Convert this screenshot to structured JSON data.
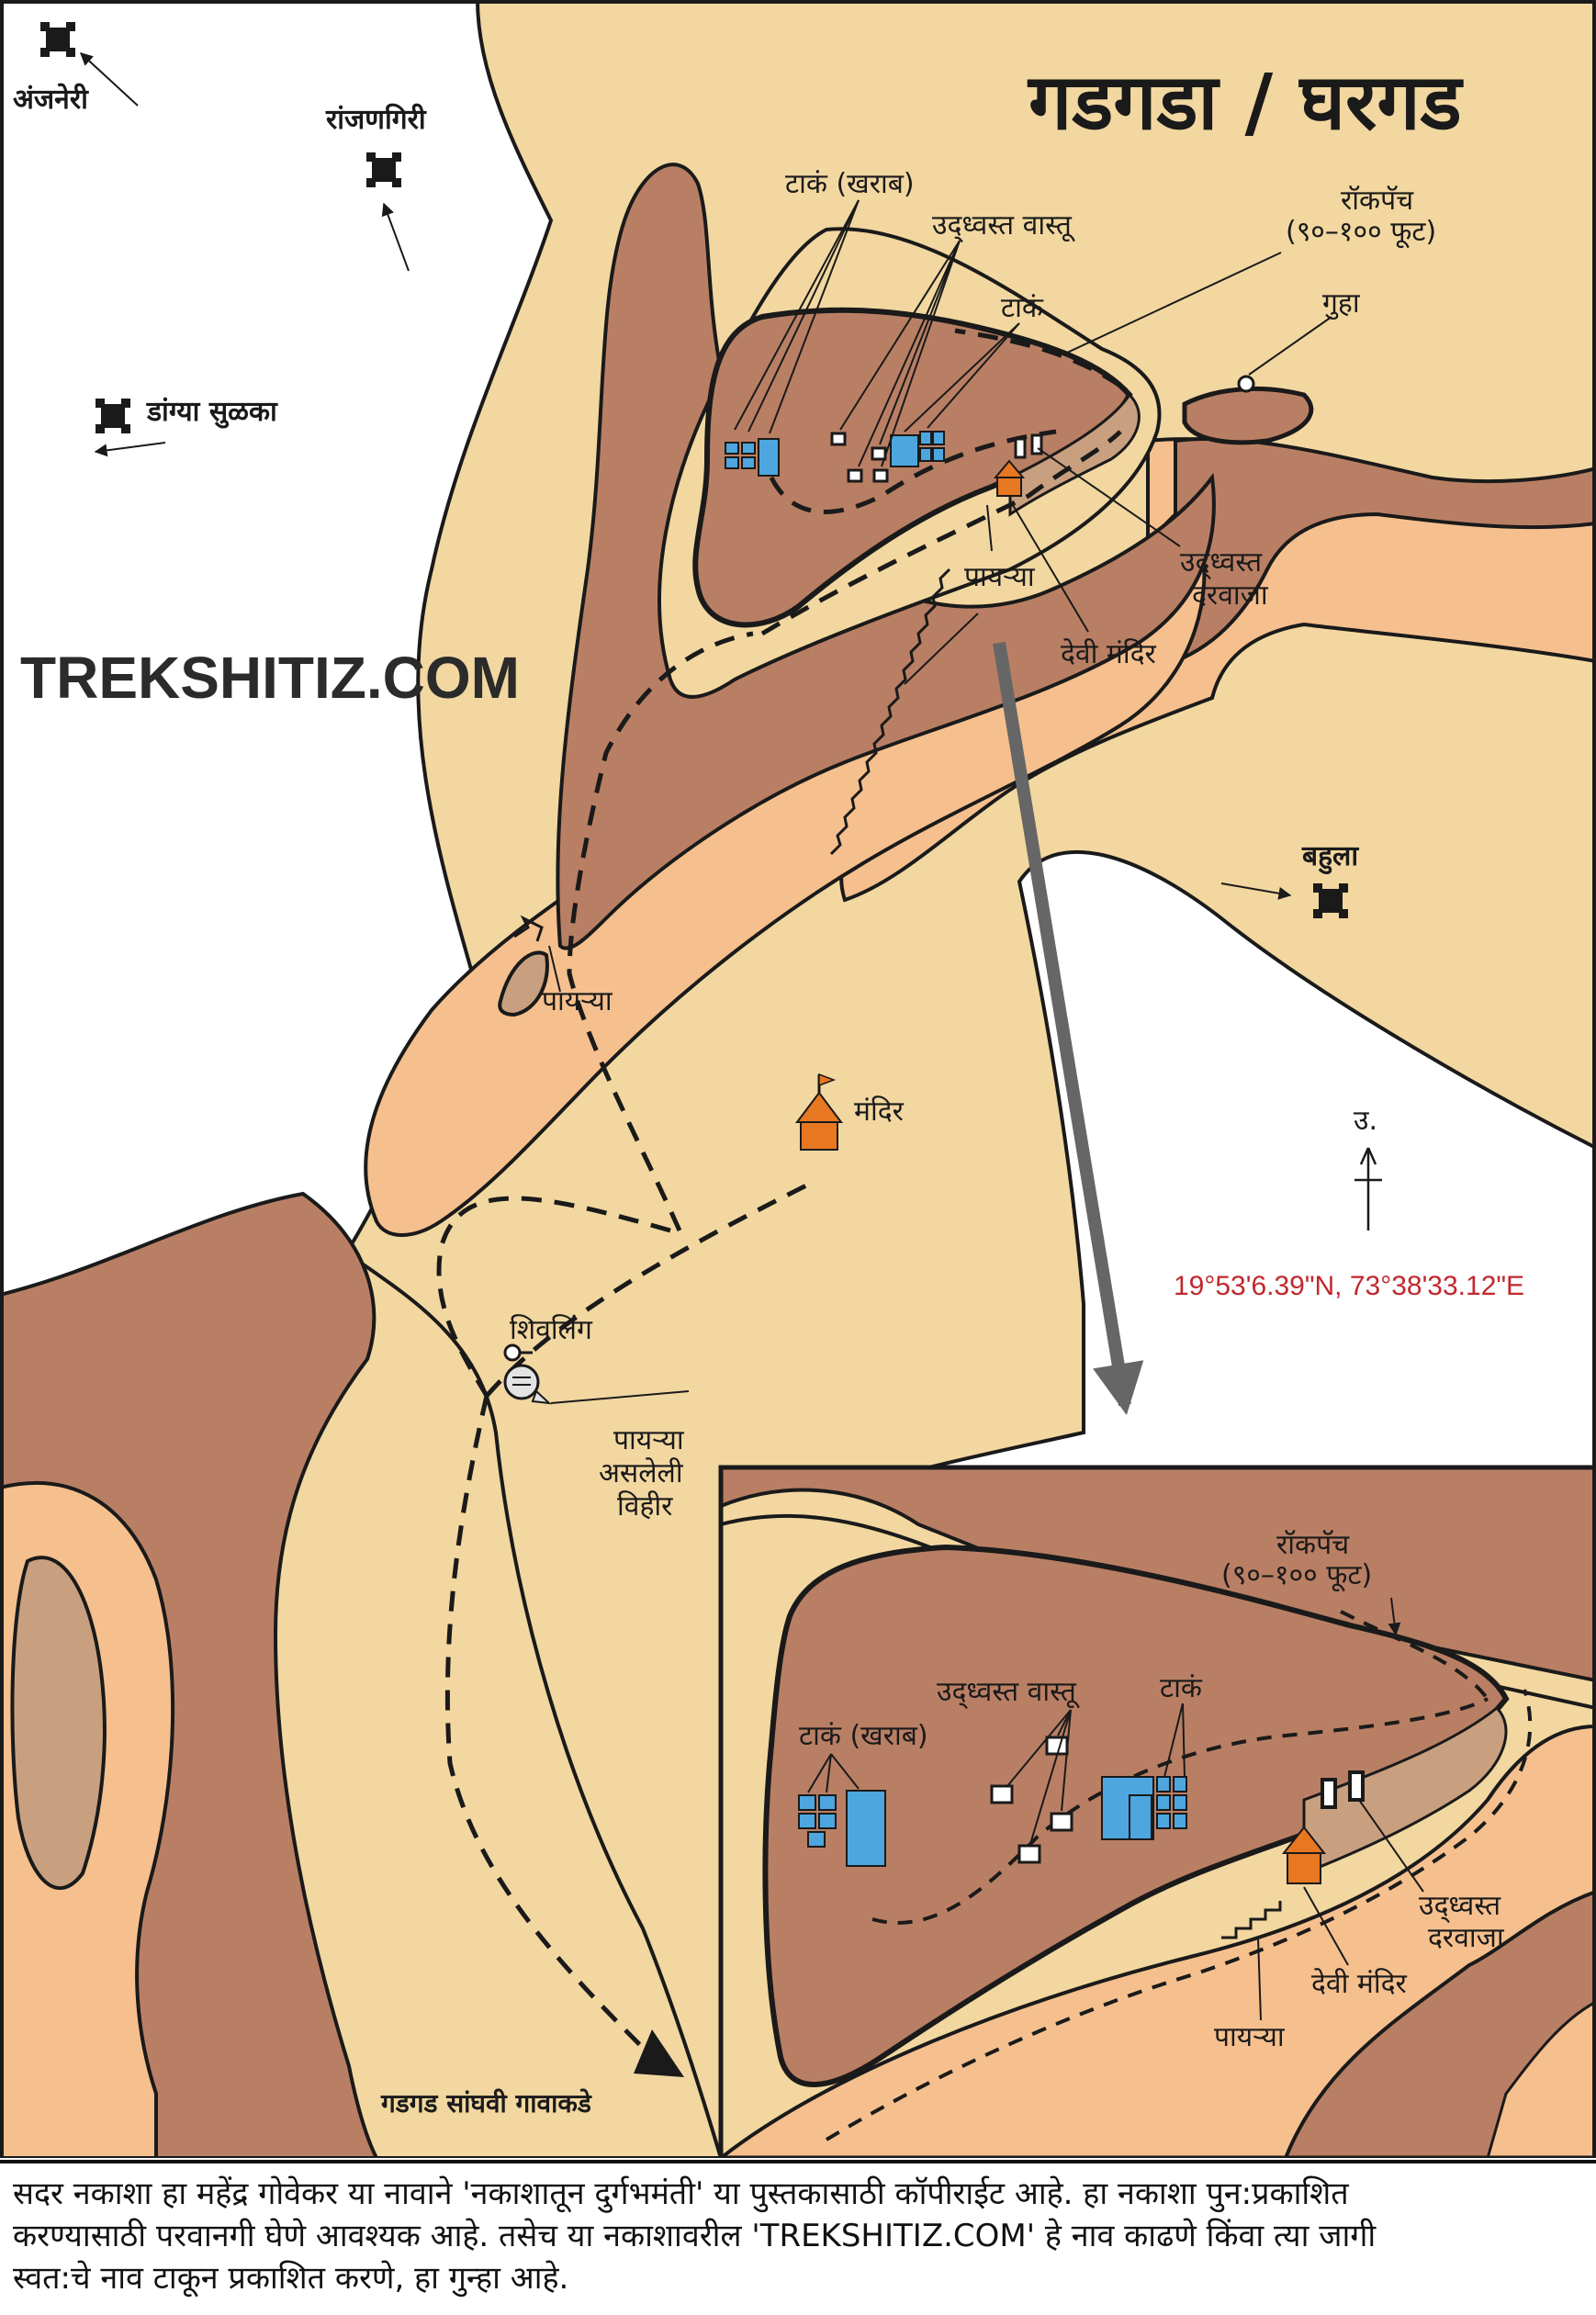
{
  "map": {
    "title": "गडगडा / घरगड",
    "watermark": "TREKSHITIZ.COM",
    "coordinates": "19°53'6.39\"N, 73°38'33.12\"E",
    "north_label": "उ.",
    "forts": {
      "anjaneri": "अंजनेरी",
      "ranjangiri": "रांजणगिरी",
      "dangya_sulka": "डांग्या सुळका",
      "bahula": "बहुला"
    },
    "labels": {
      "taak_kharab": "टाकं (खराब)",
      "udhvast_vastu": "उद्ध्वस्त वास्तू",
      "taak": "टाकं",
      "rockpatch_1": "रॉकपॅच",
      "rockpatch_2": "(९०–१०० फूट)",
      "guha": "गुहा",
      "payrya": "पायऱ्या",
      "udhvast_darwaja_1": "उद्ध्वस्त",
      "udhvast_darwaja_2": "दरवाजा",
      "devi_mandir": "देवी मंदिर",
      "mandir": "मंदिर",
      "shivling": "शिवलिंग",
      "vihir_1": "पायऱ्या",
      "vihir_2": "असलेली",
      "vihir_3": "विहीर",
      "route_to_village": "गडगड सांघवी गावाकडे"
    },
    "inset_labels": {
      "rockpatch_1": "रॉकपॅच",
      "rockpatch_2": "(९०–१०० फूट)",
      "udhvast_vastu": "उद्ध्वस्त वास्तू",
      "taak": "टाकं",
      "taak_kharab": "टाकं (खराब)",
      "udhvast_darwaja_1": "उद्ध्वस्त",
      "udhvast_darwaja_2": "दरवाजा",
      "devi_mandir": "देवी मंदिर",
      "payrya": "पायऱ्या"
    },
    "colors": {
      "plain": "#f2d7a0",
      "slope": "#f5c08e",
      "plateau": "#b97f64",
      "scarp": "#c9a07f",
      "water": "#4da6de",
      "temple": "#e87722",
      "pointer": "#666666"
    }
  },
  "copyright": {
    "line1": "सदर नकाशा हा महेंद्र गोवेकर या नावाने 'नकाशातून दुर्गभमंती' या पुस्तकासाठी कॉपीराईट आहे. हा नकाशा पुन:प्रकाशित",
    "line2": "करण्यासाठी परवानगी घेणे आवश्यक आहे. तसेच या नकाशावरील 'TREKSHITIZ.COM' हे नाव काढणे किंवा त्या जागी",
    "line3": "स्वत:चे नाव टाकून प्रकाशित करणे, हा गुन्हा आहे."
  }
}
